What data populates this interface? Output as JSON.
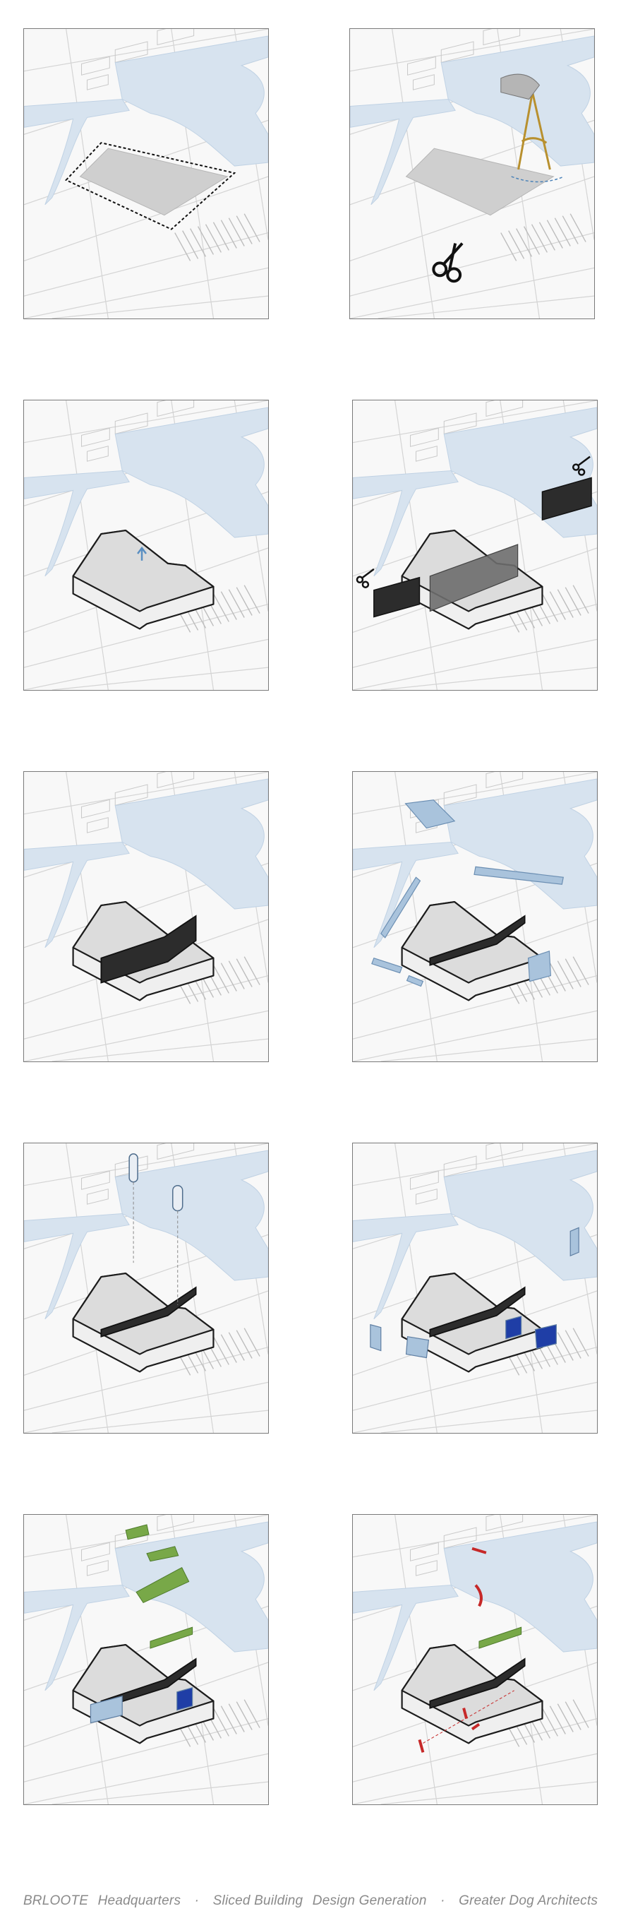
{
  "caption": {
    "project": "BRLOOTE",
    "project_type": "Headquarters",
    "concept": "Sliced Building",
    "process": "Design Generation",
    "architect": "Greater Dog Architects",
    "separator": "·"
  },
  "colors": {
    "water": "#d7e3ef",
    "ground": "#f8f8f8",
    "street_lines": "#d4d4d4",
    "site_hatch": "#cfcfcf",
    "mass_top": "#dcdcdc",
    "mass_side": "#efefef",
    "slice_dark": "#2c2c2c",
    "glass_blue": "#a9c3dc",
    "facade_navy": "#1f3ea6",
    "roof_green": "#78a848",
    "structure_red": "#c62828"
  },
  "steps": [
    {
      "id": 1,
      "action": "site-boundary"
    },
    {
      "id": 2,
      "action": "compass-and-scissors"
    },
    {
      "id": 3,
      "action": "extrude-mass"
    },
    {
      "id": 4,
      "action": "slice-mass"
    },
    {
      "id": 5,
      "action": "sliced-volume"
    },
    {
      "id": 6,
      "action": "glass-infill"
    },
    {
      "id": 7,
      "action": "vertical-cores"
    },
    {
      "id": 8,
      "action": "facade-panels"
    },
    {
      "id": 9,
      "action": "green-roofs"
    },
    {
      "id": 10,
      "action": "red-structure"
    }
  ]
}
